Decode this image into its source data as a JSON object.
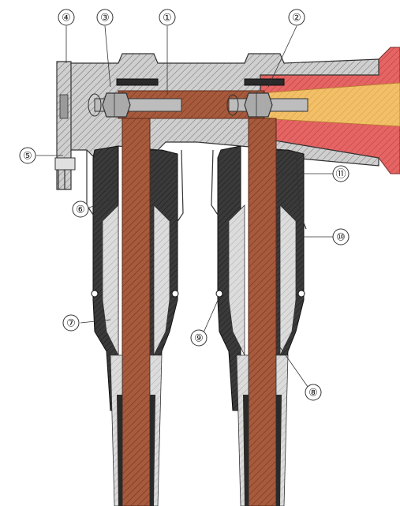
{
  "callouts": [
    {
      "id": "callout-1",
      "label": "①"
    },
    {
      "id": "callout-2",
      "label": "②"
    },
    {
      "id": "callout-3",
      "label": "③"
    },
    {
      "id": "callout-4",
      "label": "④"
    },
    {
      "id": "callout-5",
      "label": "⑤"
    },
    {
      "id": "callout-6",
      "label": "⑥"
    },
    {
      "id": "callout-7",
      "label": "⑦"
    },
    {
      "id": "callout-8",
      "label": "⑧"
    },
    {
      "id": "callout-9",
      "label": "⑨"
    },
    {
      "id": "callout-10",
      "label": "⑩"
    },
    {
      "id": "callout-11",
      "label": "⑪"
    }
  ],
  "colors": {
    "housing": "#c9c9c9",
    "housing_hatch": "#7a7a7a",
    "copper": "#a85a3c",
    "copper_dark": "#6e3522",
    "rubber": "#2a2a2a",
    "insulation": "#d6d6d6",
    "conductor_hot": "#e34d4d",
    "conductor_core": "#f3c26a",
    "bolt": "#bdbdbd"
  }
}
